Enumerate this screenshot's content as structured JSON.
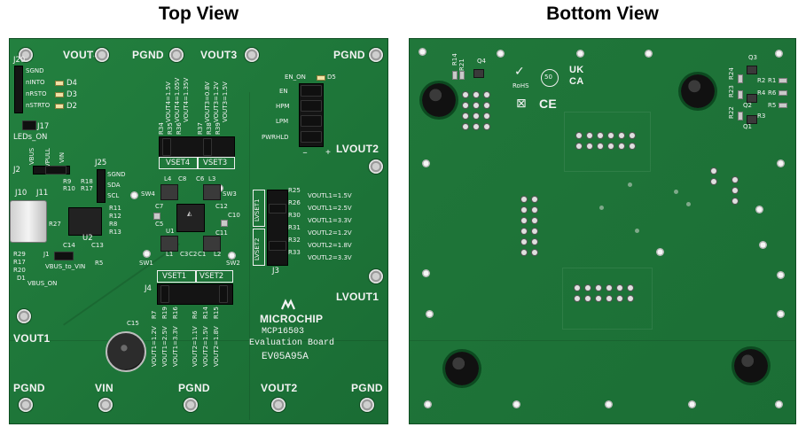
{
  "titles": {
    "top": "Top View",
    "bottom": "Bottom View"
  },
  "top": {
    "corner_labels": {
      "vout4": "VOUT4",
      "pgnd_top_mid": "PGND",
      "vout3": "VOUT3",
      "pgnd_top_right": "PGND",
      "lvout2": "LVOUT2",
      "lvout1": "LVOUT1",
      "vout1": "VOUT1",
      "pgnd_bl": "PGND",
      "vin": "VIN",
      "pgnd_bm": "PGND",
      "vout2": "VOUT2",
      "pgnd_br": "PGND"
    },
    "j20": {
      "label": "J20",
      "pins": [
        "SGND",
        "nINTO",
        "nRSTO",
        "nSTRTO"
      ],
      "leds": [
        "D4",
        "D3",
        "D2"
      ]
    },
    "j17": {
      "label": "J17",
      "caption": "LEDs_ON"
    },
    "j2": {
      "label": "J2",
      "pins": [
        "VBUS",
        "VPULL",
        "VIN"
      ]
    },
    "j25": {
      "label": "J25",
      "pins": [
        "SGND",
        "SDA",
        "SCL"
      ]
    },
    "res_r9": "R9",
    "res_r10": "R10",
    "res_r18": "R18",
    "res_r17": "R17",
    "j10": "J10",
    "j11": "J11",
    "r27": "R27",
    "u2": "U2",
    "c13": "C13",
    "c14": "C14",
    "r_list": [
      "R11",
      "R12",
      "R8",
      "R13"
    ],
    "r_left": [
      "R29",
      "R17",
      "R20"
    ],
    "d1": "D1",
    "j1": "J1",
    "r5": "R5",
    "vbus_to_vin": "VBUS_to_VIN",
    "vbus_on": "VBUS_ON",
    "sw4": "SW4",
    "sw3": "SW3",
    "sw1": "SW1",
    "sw2": "SW2",
    "l4": "L4",
    "l3": "L3",
    "l1": "L1",
    "l2": "L2",
    "c_labels": [
      "C8",
      "C6",
      "C12",
      "C10",
      "C11",
      "C3",
      "C2",
      "C1",
      "C7",
      "C5"
    ],
    "u1": "U1",
    "vset4": "VSET4",
    "vset3": "VSET3",
    "vset1": "VSET1",
    "vset2": "VSET2",
    "vset_top_options": [
      "VOUT4=1.5V",
      "VOUT4=1.05V",
      "VOUT4=1.35V",
      "VOUT3=0.8V",
      "VOUT3=1.2V",
      "VOUT3=1.5V"
    ],
    "vset_top_res": [
      "R34",
      "R35",
      "R36",
      "R37",
      "R38",
      "R39"
    ],
    "vset_bottom_options": [
      "VOUT1=1.2V",
      "VOUT1=2.5V",
      "VOUT1=3.3V",
      "VOUT2=1.1V",
      "VOUT2=1.5V",
      "VOUT2=1.8V"
    ],
    "vset_bottom_res": [
      "R7",
      "R19",
      "R16",
      "R6",
      "R14",
      "R15"
    ],
    "j4": "J4",
    "j3": "J3",
    "lvset1": "LVSET1",
    "lvset2": "LVSET2",
    "lvset_res": [
      "R25",
      "R26",
      "R30",
      "R31",
      "R32",
      "R33"
    ],
    "lvset_options": [
      "VOUTL1=1.5V",
      "VOUTL1=2.5V",
      "VOUTL1=3.3V",
      "VOUTL2=1.2V",
      "VOUTL2=1.8V",
      "VOUTL2=3.3V"
    ],
    "en_header": {
      "en_on": "EN_ON",
      "d5": "D5",
      "rows": [
        "EN",
        "HPM",
        "LPM",
        "PWRHLD"
      ],
      "minus": "–",
      "plus": "+"
    },
    "c15": "C15",
    "logo": "MICROCHIP",
    "board_name": "MCP16503",
    "board_sub": "Evaluation Board",
    "board_code": "EV05A95A"
  },
  "bottom": {
    "labels": {
      "r14": "R14",
      "r21": "R21",
      "q4": "Q4",
      "q3": "Q3",
      "r24": "R24",
      "r23": "R23",
      "r2": "R2",
      "r22": "R22",
      "r4": "R4",
      "q2": "Q2",
      "r3": "R3",
      "q1": "Q1",
      "r1": "R1",
      "r6": "R6",
      "r5": "R5"
    },
    "rohs": "RoHS",
    "ukca_top": "UK",
    "ukca_bottom": "CA",
    "ce": "CE",
    "lead_free": "50"
  }
}
